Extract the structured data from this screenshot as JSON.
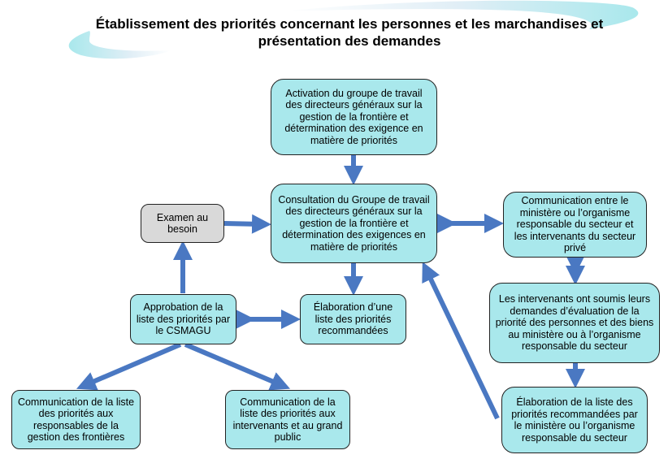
{
  "title": "Établissement des priorités concernant les personnes et les marchandises et présentation des demandes",
  "colors": {
    "box_fill": "#a9e8ec",
    "gray_box": "#d9d9d9",
    "arrow": "#4a78c2",
    "swoosh": "#a9e8ec"
  },
  "nodes": {
    "activation": "Activation du groupe de travail des directeurs généraux sur la gestion de la frontière et détermination des exigence en matière de priorités",
    "consultation": "Consultation du Groupe de travail des directeurs généraux sur la gestion de la frontière et détermination des exigences en matière de priorités",
    "examen": "Examen au besoin",
    "communication_secteur": "Communication entre le ministère ou l’organisme responsable du secteur et les intervenants du secteur privé",
    "intervenants": "Les intervenants ont soumis leurs demandes d’évaluation de la priorité des personnes et des biens au ministère ou à l’organisme responsable du secteur",
    "elaboration_ministere": "Élaboration de la liste des priorités recommandées par le ministère ou l’organisme responsable du secteur",
    "approbation": "Approbation de la liste des priorités par le CSMAGU",
    "elaboration_liste": "Élaboration d’une liste des priorités recommandées",
    "communication_frontieres": "Communication de la liste des priorités aux responsables de la gestion des frontières",
    "communication_public": "Communication de la liste des priorités aux intervenants et au grand public"
  }
}
